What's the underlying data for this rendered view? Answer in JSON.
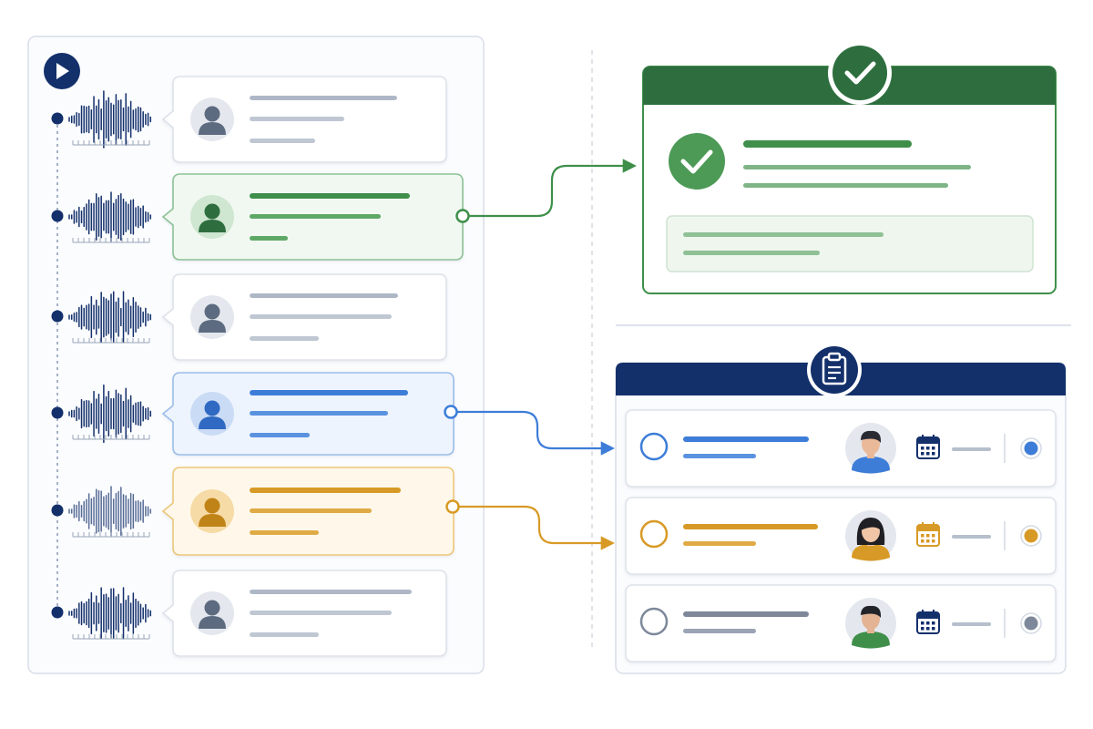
{
  "colors": {
    "navy": "#13306b",
    "green": "#3f8f4a",
    "green_dark": "#2e6e3e",
    "blue": "#3d7dd8",
    "amber": "#d89a26",
    "gray": "#aeb7c6",
    "gray_dark": "#5d6b80",
    "panel_border": "#d8dee8",
    "card_border": "#dde2ea"
  },
  "transcript": {
    "play_icon": "play-icon",
    "segments": [
      {
        "speaker_icon": "person-icon",
        "state": "neutral",
        "waveform_icon": "waveform-icon"
      },
      {
        "speaker_icon": "person-icon",
        "state": "decision",
        "waveform_icon": "waveform-icon"
      },
      {
        "speaker_icon": "person-icon",
        "state": "neutral",
        "waveform_icon": "waveform-icon"
      },
      {
        "speaker_icon": "person-icon",
        "state": "action-blue",
        "waveform_icon": "waveform-icon"
      },
      {
        "speaker_icon": "person-icon",
        "state": "action-amber",
        "waveform_icon": "waveform-icon"
      },
      {
        "speaker_icon": "person-icon",
        "state": "neutral",
        "waveform_icon": "waveform-icon"
      }
    ]
  },
  "summary_card": {
    "header_icon": "checkmark-icon",
    "body_icon": "check-circle-icon"
  },
  "tasks_panel": {
    "header_icon": "clipboard-icon",
    "tasks": [
      {
        "color": "blue",
        "assignee_icon": "man-avatar-icon",
        "date_icon": "calendar-icon",
        "status_icon": "status-dot-icon"
      },
      {
        "color": "amber",
        "assignee_icon": "woman-avatar-icon",
        "date_icon": "calendar-icon",
        "status_icon": "status-dot-icon"
      },
      {
        "color": "gray",
        "assignee_icon": "man-avatar-icon",
        "date_icon": "calendar-icon",
        "status_icon": "status-dot-icon"
      }
    ]
  }
}
